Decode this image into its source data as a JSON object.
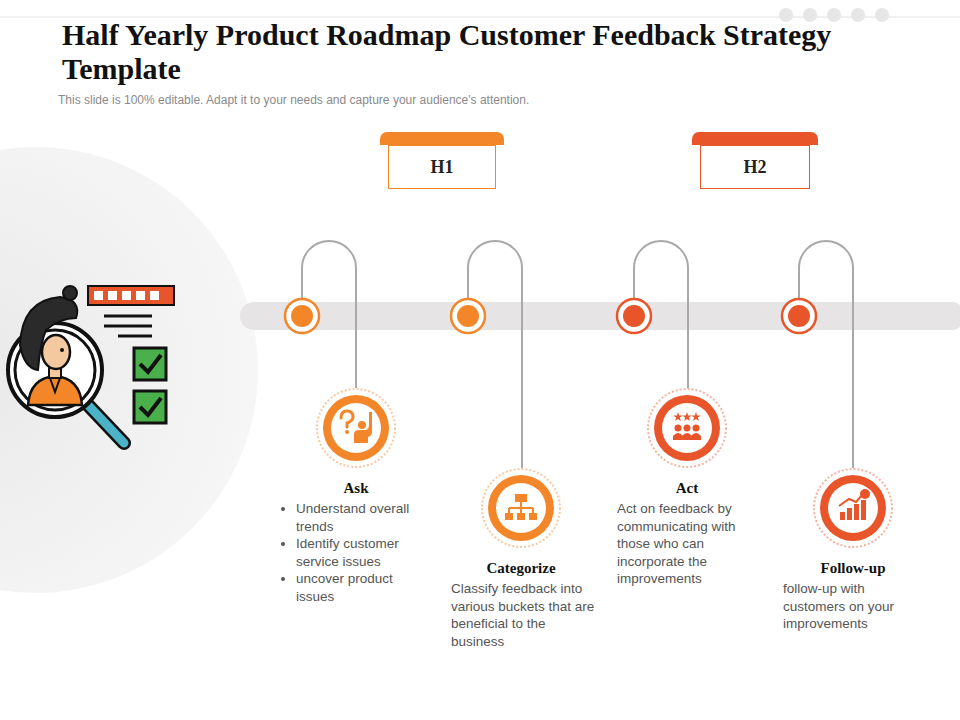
{
  "diagram": {
    "title": "Half Yearly Product Roadmap Customer Feedback Strategy Template",
    "nodes": [
      {
        "text": [
          "H1"
        ]
      },
      {
        "text": [
          "H2"
        ]
      },
      {
        "text": [
          "Ask",
          "Understand overall trends",
          "Identify customer service issues",
          "uncover product issues"
        ]
      },
      {
        "text": [
          "Categorize",
          "Classify feedback into various buckets that are beneficial to the business"
        ]
      },
      {
        "text": [
          "Act",
          "Act on feedback by communicating with those who can incorporate the improvements"
        ]
      },
      {
        "text": [
          "Follow-up",
          "follow-up with customers on your improvements"
        ]
      }
    ],
    "labels": [
      "This slide is 100% editable. Adapt it to your needs and capture your audience's attention."
    ]
  }
}
